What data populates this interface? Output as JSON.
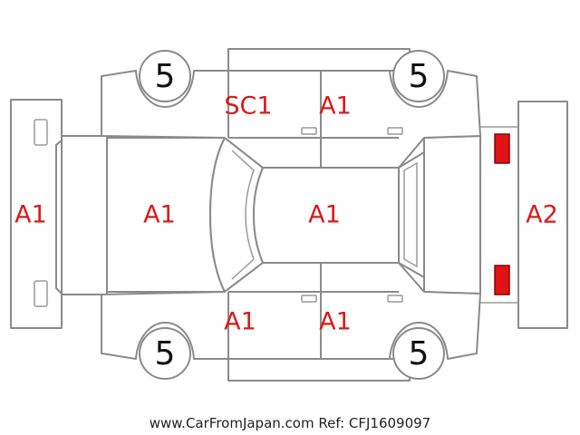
{
  "colors": {
    "outline": "#8a8a8a",
    "code_text": "#d81b1b",
    "fog_light": "#f4ea00",
    "tail_light": "#e01414"
  },
  "inspection": {
    "front_bumper": "A1",
    "hood": "A1",
    "roof": "A1",
    "rear": "A2",
    "upper_front_door_area": "SC1",
    "upper_rear_door": "A1",
    "lower_front_door": "A1",
    "lower_rear_door": "A1"
  },
  "tires": {
    "front_upper": "5",
    "rear_upper": "5",
    "front_lower": "5",
    "rear_lower": "5"
  },
  "footer": {
    "credit": "www.CarFromJapan.com Ref: CFJ1609097"
  }
}
